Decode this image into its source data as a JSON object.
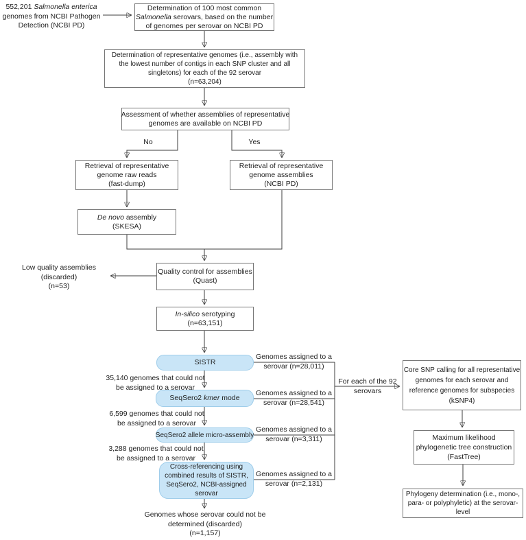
{
  "title": "Salmonella serovar genome analysis workflow flowchart",
  "colors": {
    "box_border": "#757575",
    "connector_line": "#3d3d3d",
    "highlight_fill": "#c9e5f7",
    "highlight_border": "#9fcdea",
    "text": "#222222"
  },
  "intro_note": {
    "line1_pre": "552,201 ",
    "line1_italic": "Salmonella enterica",
    "line2": "genomes from NCBI Pathogen",
    "line3": "Detection (NCBI PD)"
  },
  "top_box": {
    "line1": "Determination of 100 most common",
    "line2_italic": "Salmonella",
    "line2_post": " serovars, based on the number",
    "line3": "of genomes per serovar on NCBI PD"
  },
  "representative_box": {
    "line1": "Determination of representative genomes (i.e., assembly with",
    "line2": "the lowest number of contigs in each SNP cluster and all",
    "line3": "singletons) for each of the 92 serovar",
    "line4": "(n=63,204)"
  },
  "assessment_box": {
    "line1": "Assessment of whether assemblies of representative",
    "line2": "genomes are available on NCBI PD"
  },
  "branch": {
    "no_label": "No",
    "yes_label": "Yes"
  },
  "raw_reads_box": {
    "line1": "Retrieval of representative",
    "line2": "genome raw reads",
    "line3": "(fast-dump)"
  },
  "assemblies_box": {
    "line1": "Retrieval of representative",
    "line2": "genome assemblies",
    "line3": "(NCBI PD)"
  },
  "denovo_box": {
    "line1_italic": "De novo",
    "line1_post": " assembly",
    "line2": "(SKESA)"
  },
  "quality_box": {
    "line1": "Quality control for assemblies",
    "line2": "(Quast)"
  },
  "low_quality_note": {
    "line1": "Low quality assemblies",
    "line2": "(discarded)",
    "line3": "(n=53)"
  },
  "serotyping_box": {
    "line1_italic": "In-silico",
    "line1_post": " serotyping",
    "line2": "(n=63,151)"
  },
  "sistr_box": {
    "label": "SISTR"
  },
  "seqsero_kmer_box": {
    "pre": "SeqSero2 ",
    "italic": "kmer",
    "post": " mode"
  },
  "seqsero_allele_box": {
    "label": "SeqSero2 allele micro-assembly"
  },
  "crossref_box": {
    "line1": "Cross-referencing using",
    "line2": "combined results of SISTR,",
    "line3": "SeqSero2, NCBI-assigned",
    "line4": "serovar"
  },
  "unassigned_note_sistr": {
    "line1": "35,140 genomes that could not",
    "line2": "be assigned to a serovar"
  },
  "unassigned_note_kmer": {
    "line1": "6,599 genomes that could not",
    "line2": "be assigned to a serovar"
  },
  "unassigned_note_allele": {
    "line1": "3,288 genomes that could not",
    "line2": "be assigned to a serovar"
  },
  "assigned_labels": [
    {
      "top": "Genomes assigned to a",
      "bottom": "serovar (n=28,011)"
    },
    {
      "top": "Genomes assigned to a",
      "bottom": "serovar (n=28,541)"
    },
    {
      "top": "Genomes assigned to a",
      "bottom": "serovar (n=3,311)"
    },
    {
      "top": "Genomes assigned to a",
      "bottom": "serovar (n=2,131)"
    }
  ],
  "foreach_label": {
    "line1": "For each of the 92",
    "line2": "serovars"
  },
  "core_snp_box": {
    "line1": "Core SNP calling for all representative",
    "line2": "genomes for each serovar and",
    "line3": "reference genomes for subspecies",
    "line4": "(kSNP4)"
  },
  "ml_tree_box": {
    "line1": "Maximum likelihood",
    "line2": "phylogenetic tree construction",
    "line3": "(FastTree)"
  },
  "phylogeny_box": {
    "line1": "Phylogeny determination (i.e., mono-,",
    "line2": "para- or polyphyletic) at the serovar-",
    "line3": "level"
  },
  "discarded_note": {
    "line1": "Genomes whose serovar could not be",
    "line2": "determined (discarded)",
    "line3": "(n=1,157)"
  }
}
